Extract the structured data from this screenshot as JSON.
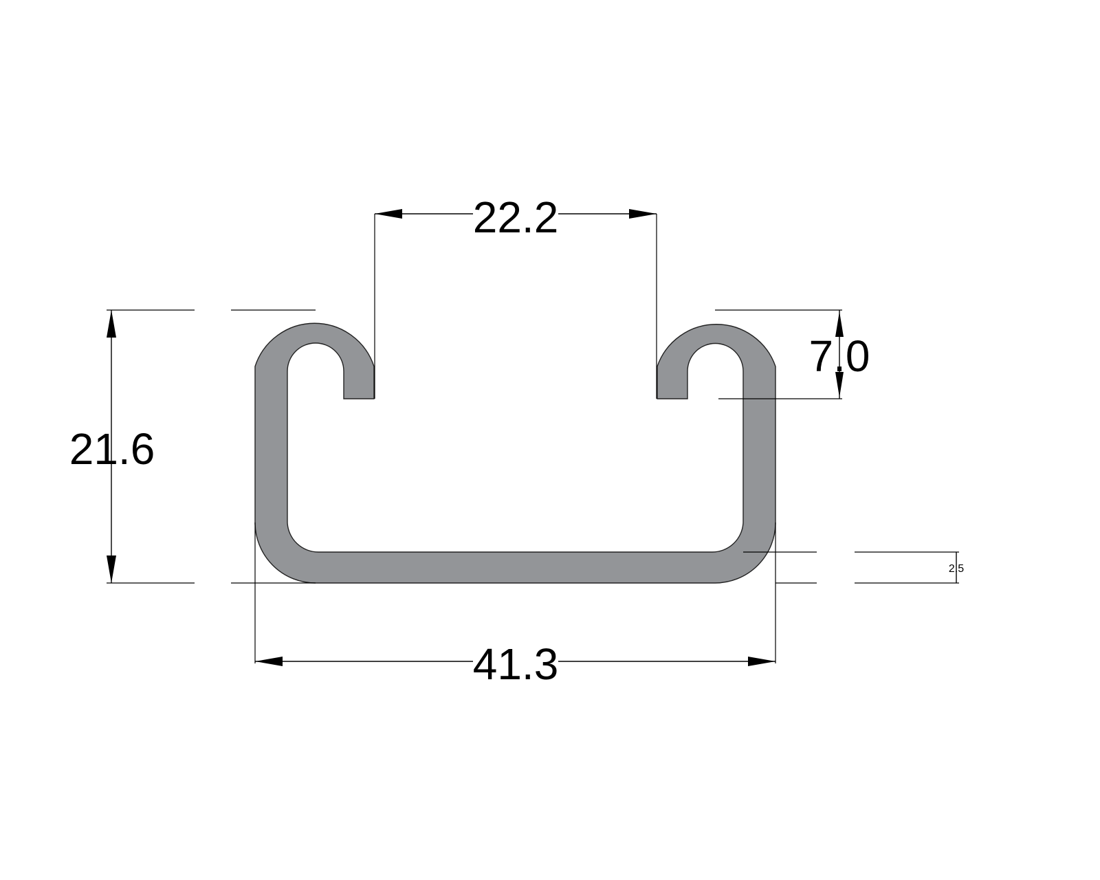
{
  "drawing": {
    "profile_color": "#939598",
    "line_color": "#000000",
    "dimensions": {
      "overall_width": "41.3",
      "overall_height": "21.6",
      "slot_opening": "22.2",
      "lip_depth": "7.0",
      "wall_thickness": "2.5"
    }
  }
}
